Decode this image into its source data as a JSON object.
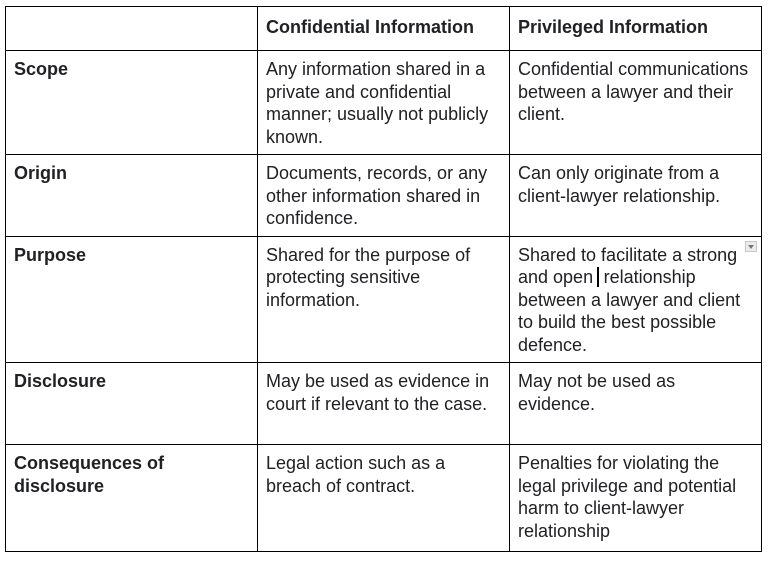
{
  "table": {
    "headers": [
      "",
      "Confidential Information",
      "Privileged Information"
    ],
    "rows": [
      {
        "label": "Scope",
        "confidential": "Any information shared in a private and confidential manner; usually not publicly known.",
        "privileged": "Confidential communications between a lawyer and their client."
      },
      {
        "label": "Origin",
        "confidential": "Documents, records, or any other information shared in confidence.",
        "privileged": "Can only originate from a client-lawyer relationship."
      },
      {
        "label": "Purpose",
        "confidential": "Shared for the purpose of protecting sensitive information.",
        "privileged": "Shared to facilitate a strong and open relationship between a lawyer and client to build the best possible defence."
      },
      {
        "label": "Disclosure",
        "confidential": "May be used as evidence in court if relevant to the case.",
        "privileged": "May not be used as evidence."
      },
      {
        "label": "Consequences of disclosure",
        "confidential": "Legal action such as a breach of contract.",
        "privileged": "Penalties for violating the legal privilege and potential harm to client-lawyer relationship"
      }
    ]
  }
}
